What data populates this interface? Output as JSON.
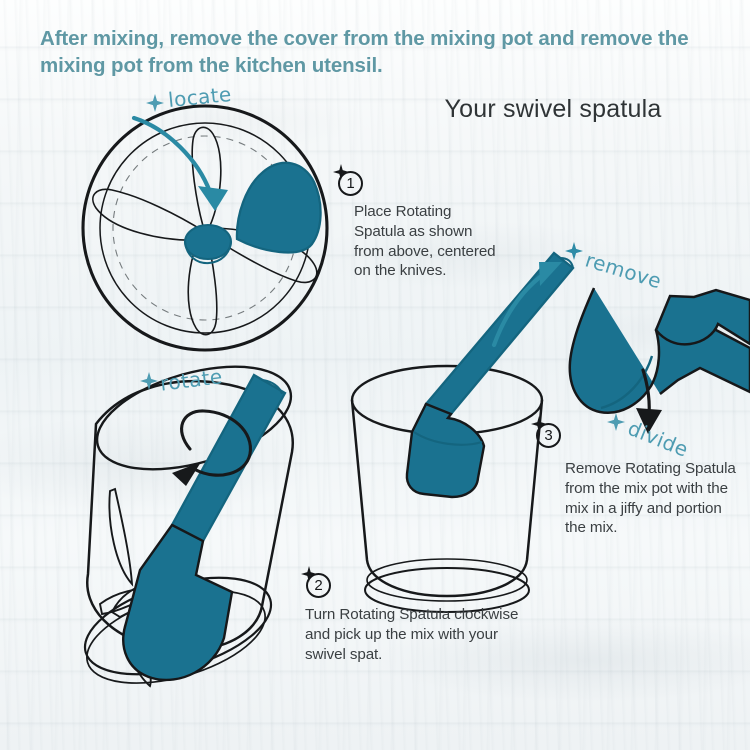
{
  "page": {
    "headline": "After mixing, remove the cover from the mixing pot and remove the mixing pot from the kitchen utensil.",
    "title": "Your swivel spatula"
  },
  "colors": {
    "teal_fill": "#1a7290",
    "teal_label": "#4e9cb2",
    "headline_text": "#5f98a4",
    "body_text": "#3a3f42",
    "title_text": "#2f3436",
    "ink": "#17191b",
    "background": "#f5f8f9"
  },
  "labels": {
    "locate": "locate",
    "rotate": "rotate",
    "remove": "remove",
    "divide": "divide"
  },
  "steps": [
    {
      "number": "1",
      "text": "Place Rotating Spatula as shown from above, centered on the knives."
    },
    {
      "number": "2",
      "text": "Turn Rotating Spatula clockwise and pick up the mix with your swivel spat."
    },
    {
      "number": "3",
      "text": "Remove Rotating Spatula from the mix pot with the mix in a jiffy and portion the mix."
    }
  ],
  "illustrations": [
    {
      "name": "blade-assembly-top-view",
      "caption_step": "1"
    },
    {
      "name": "tilted-mixing-pot-with-spatula",
      "caption_step": "2"
    },
    {
      "name": "mixing-pot-with-spatula-inserted",
      "caption_step": "3"
    },
    {
      "name": "spatula-lifting-mix",
      "caption_step": "3"
    }
  ]
}
